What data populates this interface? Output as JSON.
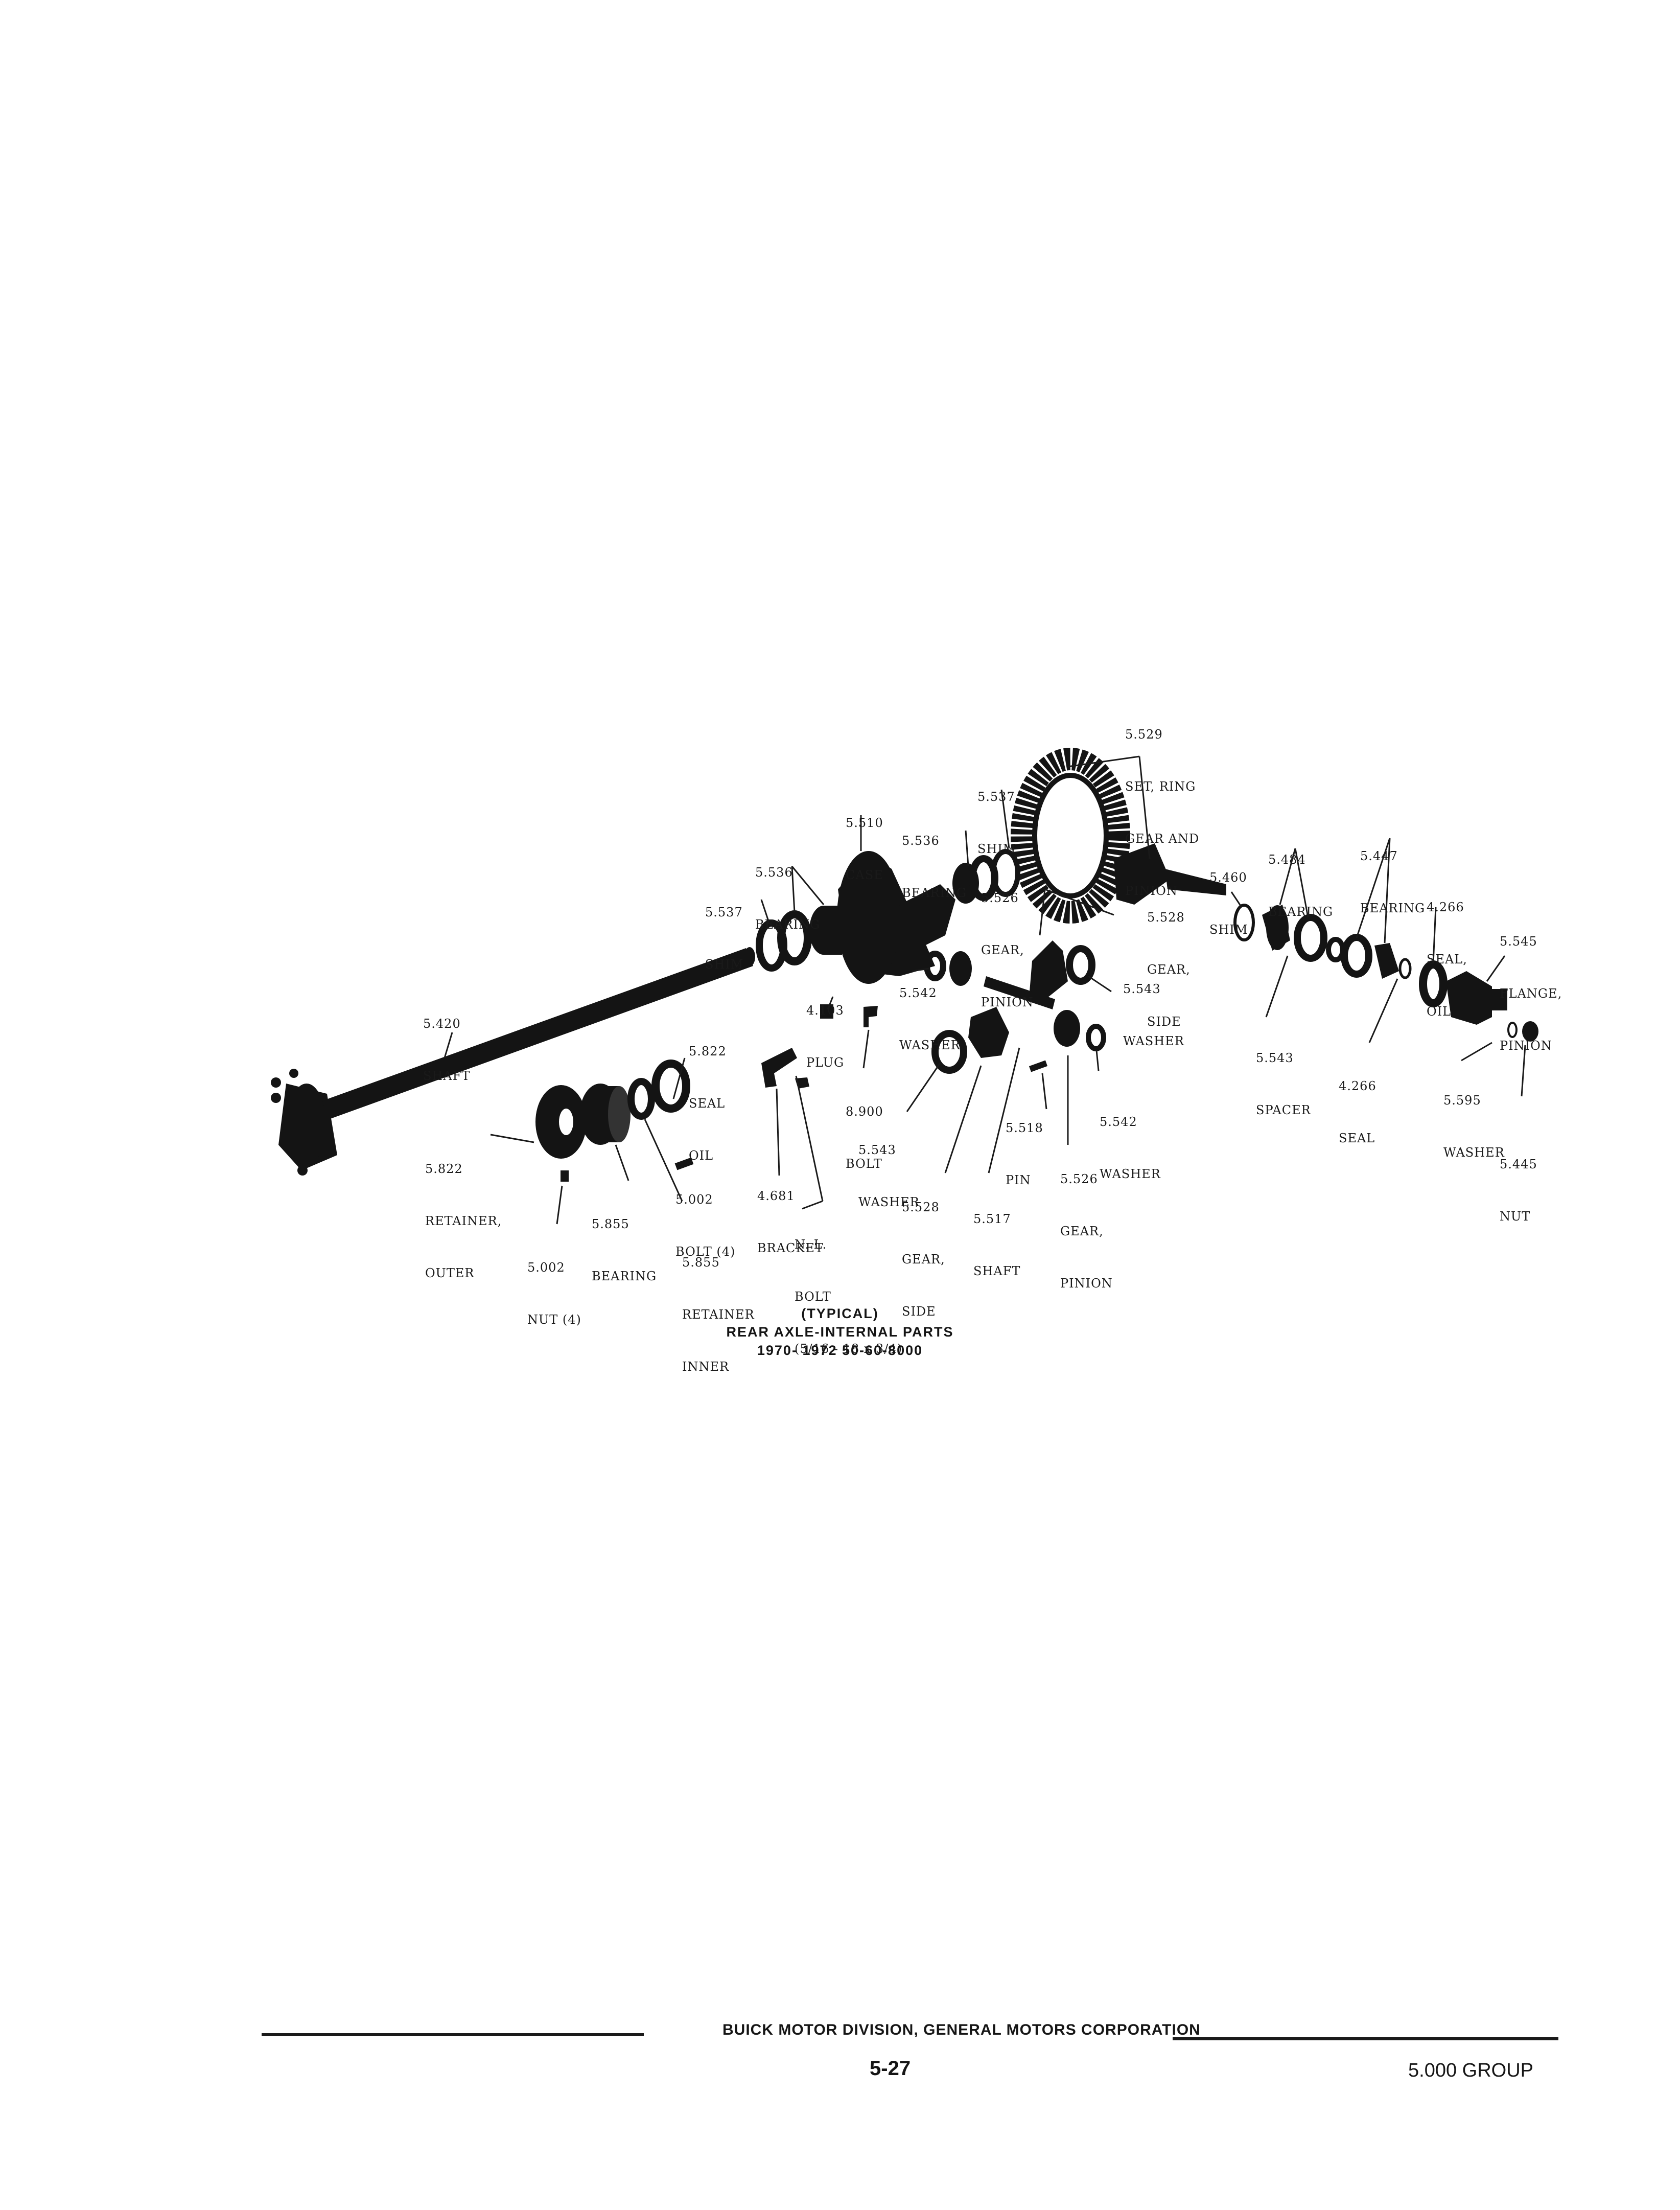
{
  "labels": {
    "set_ring_gear": [
      "5.529",
      "SET, RING",
      "GEAR AND",
      "PINION"
    ],
    "shim_top": [
      "5.537",
      "SHIM"
    ],
    "case": [
      "5.510",
      "CASE"
    ],
    "bearing_mid": [
      "5.536",
      "BEARING"
    ],
    "bearing_left": [
      "5.536",
      "BEARING"
    ],
    "shim_left": [
      "5.537",
      "SHIM"
    ],
    "shim_right": [
      "5.460",
      "SHIM"
    ],
    "bearing_484": [
      "5.484",
      "BEARING"
    ],
    "bearing_447": [
      "5.447",
      "BEARING"
    ],
    "seal_oil_right": [
      "4.266",
      "SEAL,",
      "OIL"
    ],
    "flange": [
      "5.545",
      "FLANGE,",
      "PINION"
    ],
    "gear_pinion_top": [
      "5.526",
      "GEAR,",
      "PINION"
    ],
    "gear_side_top": [
      "5.528",
      "GEAR,",
      "SIDE"
    ],
    "plug": [
      "4.103",
      "PLUG"
    ],
    "washer_542_top": [
      "5.542",
      "WASHER"
    ],
    "washer_543_right": [
      "5.543",
      "WASHER"
    ],
    "spacer": [
      "5.543",
      "SPACER"
    ],
    "seal_266": [
      "4.266",
      "SEAL"
    ],
    "washer_595": [
      "5.595",
      "WASHER"
    ],
    "nut_445": [
      "5.445",
      "NUT"
    ],
    "shaft_420": [
      "5.420",
      "SHAFT"
    ],
    "seal_oil_left": [
      "5.822",
      "SEAL",
      "OIL"
    ],
    "bolt_900": [
      "8.900",
      "BOLT"
    ],
    "washer_543_left": [
      "5.543",
      "WASHER"
    ],
    "pin": [
      "5.518",
      "PIN"
    ],
    "washer_542_right": [
      "5.542",
      "WASHER"
    ],
    "retainer_outer": [
      "5.822",
      "RETAINER,",
      "OUTER"
    ],
    "bolt_002": [
      "5.002",
      "BOLT (4)"
    ],
    "bracket": [
      "4.681",
      "BRACKET"
    ],
    "gear_side_bottom": [
      "5.528",
      "GEAR,",
      "SIDE"
    ],
    "shaft_517": [
      "5.517",
      "SHAFT"
    ],
    "gear_pinion_bottom": [
      "5.526",
      "GEAR,",
      "PINION"
    ],
    "bearing_855": [
      "5.855",
      "BEARING"
    ],
    "nut_002": [
      "5.002",
      "NUT (4)"
    ],
    "retainer_inner": [
      "5.855",
      "RETAINER",
      "INNER"
    ],
    "nl_bolt": [
      "N. L.",
      "BOLT",
      "(5/16 - 18 x 3/4)"
    ]
  },
  "caption": {
    "line1": "(TYPICAL)",
    "line2": "REAR AXLE-INTERNAL PARTS",
    "line3": "1970- 1972 50-60-8000"
  },
  "footer": {
    "company": "BUICK MOTOR DIVISION, GENERAL MOTORS CORPORATION",
    "page": "5-27",
    "group": "5.000 GROUP"
  }
}
